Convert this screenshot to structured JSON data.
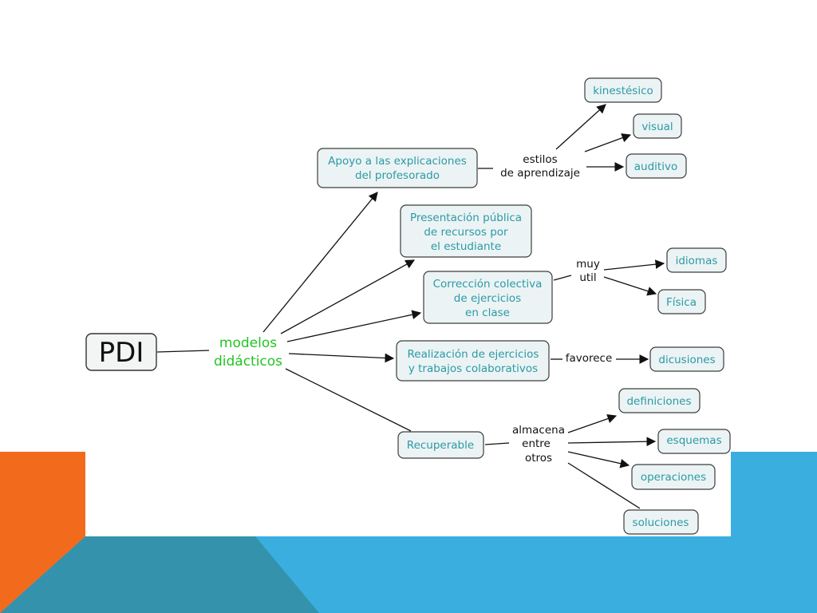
{
  "colors": {
    "orange": "#f26b1d",
    "blue": "#3aaede",
    "teal": "#3592ac",
    "node_fill": "#ecf3f4",
    "node_text": "#2a9aa6",
    "center_text": "#22c522"
  },
  "root": {
    "label": "PDI"
  },
  "center": {
    "line1": "modelos",
    "line2": "didácticos"
  },
  "branches": {
    "apoyo": {
      "line1": "Apoyo a las explicaciones",
      "line2": "del profesorado"
    },
    "presentacion": {
      "line1": "Presentación pública",
      "line2": "de recursos por",
      "line3": "el estudiante"
    },
    "correccion": {
      "line1": "Corrección colectiva",
      "line2": "de ejercicios",
      "line3": "en clase"
    },
    "realizacion": {
      "line1": "Realización de ejercicios",
      "line2": "y trabajos colaborativos"
    },
    "recuperable": {
      "line1": "Recuperable"
    }
  },
  "links": {
    "estilos": {
      "line1": "estilos",
      "line2": "de aprendizaje"
    },
    "muy_util": {
      "line1": "muy",
      "line2": "util"
    },
    "favorece": {
      "line1": "favorece"
    },
    "almacena": {
      "line1": "almacena",
      "line2": "entre",
      "line3": "otros"
    }
  },
  "leaves": {
    "kinestesico": "kinestésico",
    "visual": "visual",
    "auditivo": "auditivo",
    "idiomas": "idiomas",
    "fisica": "Física",
    "dicusiones": "dicusiones",
    "definiciones": "definiciones",
    "esquemas": "esquemas",
    "operaciones": "operaciones",
    "soluciones": "soluciones"
  }
}
